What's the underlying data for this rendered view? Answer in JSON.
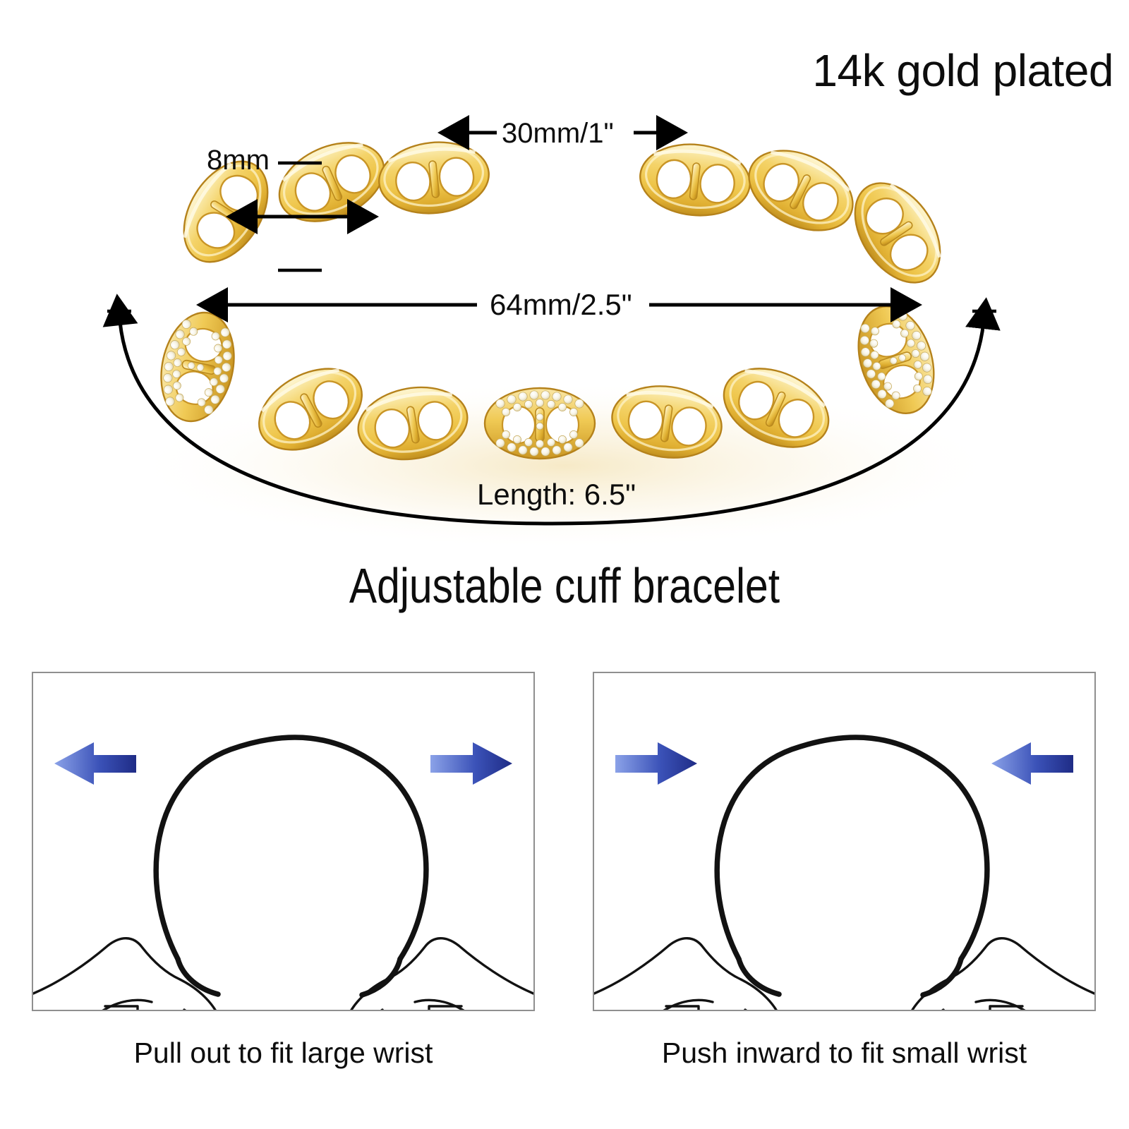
{
  "headline": "14k gold plated",
  "section_title": "Adjustable cuff bracelet",
  "dimensions": {
    "height_label": "8mm",
    "gap_label": "30mm/1\"",
    "width_label": "64mm/2.5\"",
    "length_label": "Length: 6.5\""
  },
  "panels": [
    {
      "name": "pull-out",
      "caption": "Pull out to fit large wrist",
      "arrow_direction": "outward"
    },
    {
      "name": "push-inward",
      "caption": "Push inward to fit small wrist",
      "arrow_direction": "inward"
    }
  ],
  "colors": {
    "gold_highlight": "#fbf0bf",
    "gold_light": "#f7dc8a",
    "gold_mid": "#efc84f",
    "gold_deep": "#d9a62c",
    "gold_shadow": "#b5821b",
    "stone_white": "#fdfcf4",
    "arrow_blue_light": "#7b95e0",
    "arrow_blue_dark": "#23308c",
    "line_black": "#121212",
    "panel_border": "#8f8f8f",
    "background": "#ffffff"
  }
}
